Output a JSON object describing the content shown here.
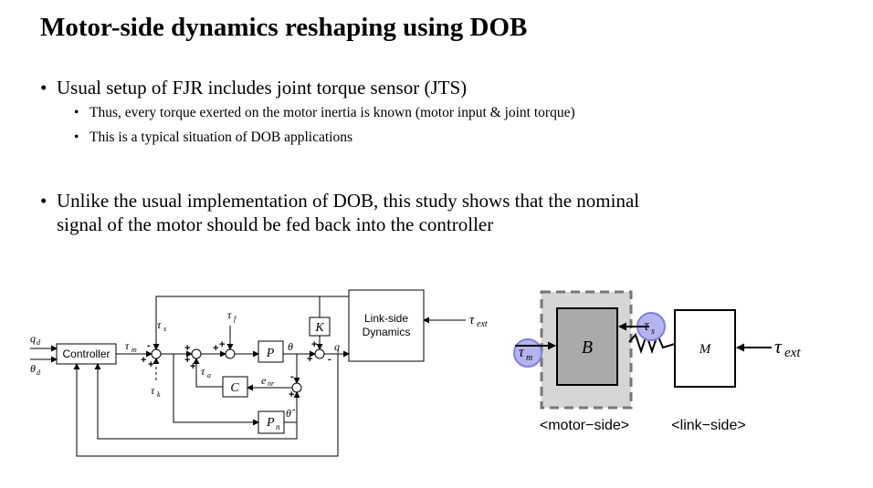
{
  "title": "Motor-side dynamics reshaping using DOB",
  "bullets": [
    {
      "text": "Usual setup of FJR includes joint torque sensor (JTS)",
      "sub": [
        "Thus, every torque exerted on the motor inertia is known (motor input & joint torque)",
        "This is a typical situation of DOB applications"
      ]
    },
    {
      "lines": [
        "Unlike the usual implementation of DOB, this study shows that the nominal",
        "signal of the motor should be fed back into the controller"
      ]
    }
  ],
  "bullet_glyph": "•",
  "block_diagram": {
    "controller": "Controller",
    "link_dynamics": [
      "Link-side",
      "Dynamics"
    ],
    "K": "K",
    "P": "P",
    "C": "C",
    "Pn": "P",
    "Pn_sub": "n",
    "q_d": "q",
    "q_d_sub": "d",
    "theta_d": "θ",
    "theta_d_sub": "d",
    "tau_m": "τ",
    "tau_m_sub": "m",
    "tau_s": "τ",
    "tau_s_sub": "s",
    "tau_f": "τ",
    "tau_f_sub": "f",
    "tau_a": "τ",
    "tau_a_sub": "a",
    "tau_k": "τ",
    "tau_k_sub": "k",
    "tau_ext": "τ",
    "tau_ext_sub": "ext",
    "theta": "θ",
    "theta_hat": "θ̂",
    "q": "q",
    "e_nr": "e",
    "e_nr_sub": "nr",
    "plus": "+",
    "minus": "-"
  },
  "physical_diagram": {
    "B": "B",
    "M": "M",
    "tau_m": "τ",
    "tau_m_sub": "m",
    "tau_s": "τ",
    "tau_s_sub": "s",
    "tau_ext": "τ",
    "tau_ext_sub": "ext",
    "motor_label": "<motor−side>",
    "link_label": "<link−side>",
    "colors": {
      "motor_fill": "#aaaaaa",
      "inset_fill": "#d6d6d6",
      "circle_fill": "#b4b4ee",
      "circle_stroke": "#8080dd"
    }
  }
}
